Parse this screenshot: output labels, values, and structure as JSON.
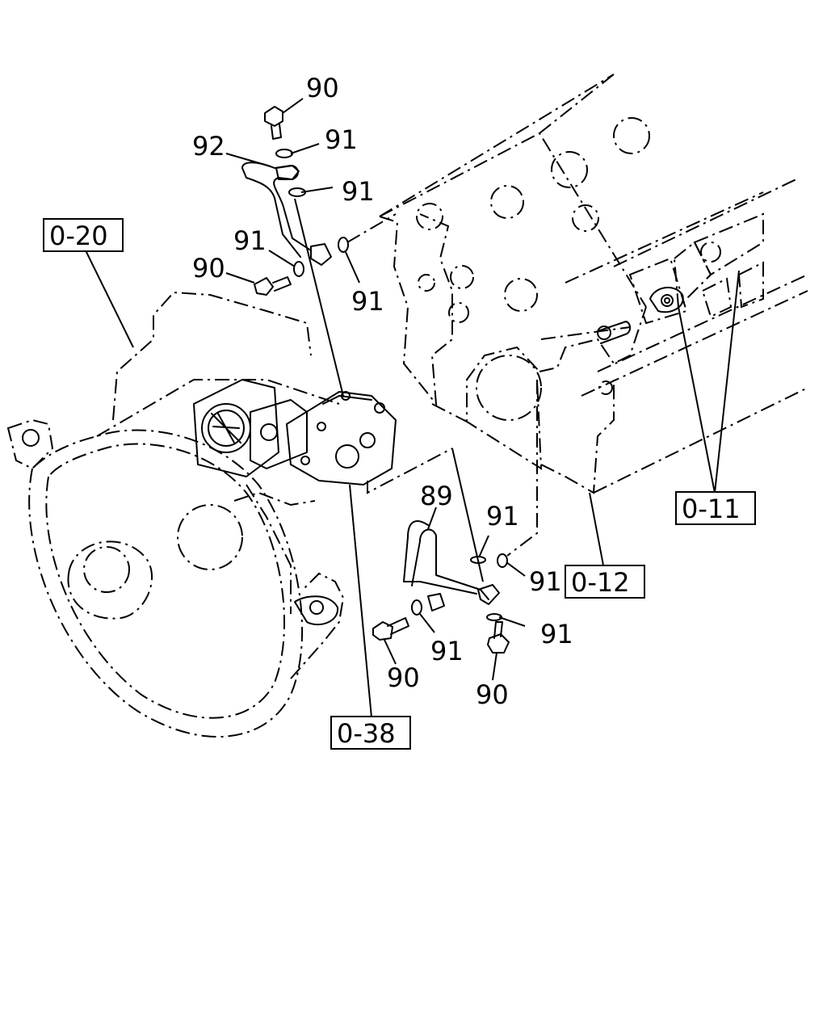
{
  "diagram": {
    "callouts": {
      "c90_top": "90",
      "c91_a": "91",
      "c92": "92",
      "c91_b": "91",
      "c91_c": "91",
      "c90_left": "90",
      "c91_d": "91",
      "c89": "89",
      "c91_e": "91",
      "c91_f": "91",
      "c91_g": "91",
      "c91_h": "91",
      "c90_bl": "90",
      "c90_br": "90"
    },
    "references": {
      "r020": "0-20",
      "r011": "0-11",
      "r012": "0-12",
      "r038": "0-38"
    }
  }
}
